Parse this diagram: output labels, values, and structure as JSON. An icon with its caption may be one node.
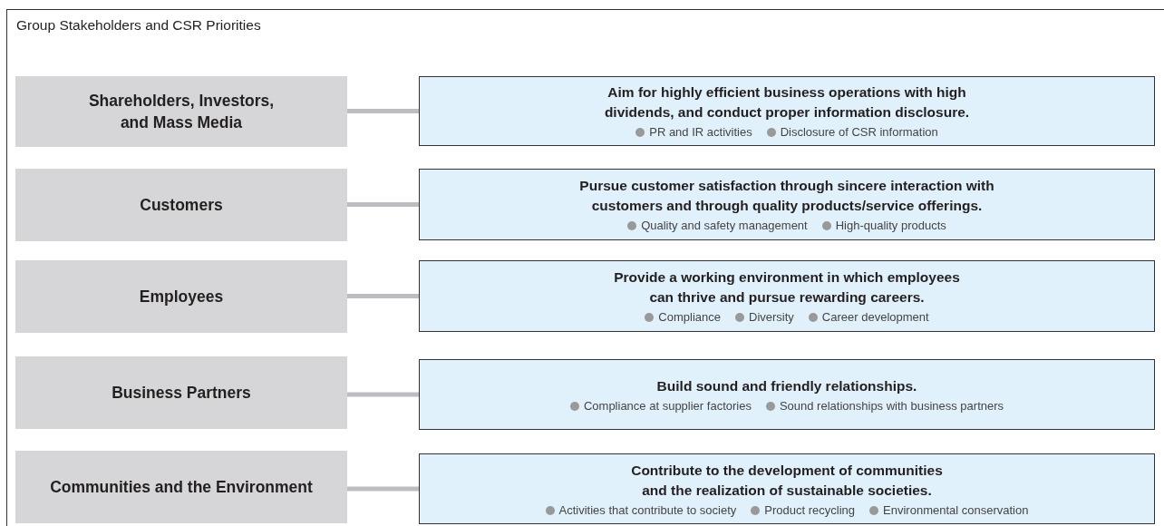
{
  "diagram": {
    "title": "Group Stakeholders and CSR Priorities",
    "nodes": [
      {
        "text": [
          "Shareholders, Investors, and Mass Media"
        ]
      },
      {
        "text": [
          "Aim for highly efficient business operations with high dividends, and conduct proper information disclosure.",
          "PR and IR activities",
          "Disclosure of CSR information"
        ]
      },
      {
        "text": [
          "Customers"
        ]
      },
      {
        "text": [
          "Pursue customer satisfaction through sincere interaction with customers and through quality products/service offerings.",
          "Quality and safety management",
          "High-quality products"
        ]
      },
      {
        "text": [
          "Employees"
        ]
      },
      {
        "text": [
          "Provide a working environment in which employees can thrive and pursue rewarding careers.",
          "Compliance",
          "Diversity",
          "Career development"
        ]
      },
      {
        "text": [
          "Business Partners"
        ]
      },
      {
        "text": [
          "Build sound and friendly relationships.",
          "Compliance at supplier factories",
          "Sound relationships with business partners"
        ]
      },
      {
        "text": [
          "Communities and the Environment"
        ]
      },
      {
        "text": [
          "Contribute to the development of communities and the realization of sustainable societies.",
          "Activities that contribute to society",
          "Product recycling",
          "Environmental conservation"
        ]
      }
    ],
    "edges": [
      {
        "from": 0,
        "to": 1,
        "arrow": "none"
      },
      {
        "from": 2,
        "to": 3,
        "arrow": "none"
      },
      {
        "from": 4,
        "to": 5,
        "arrow": "none"
      },
      {
        "from": 6,
        "to": 7,
        "arrow": "none"
      },
      {
        "from": 8,
        "to": 9,
        "arrow": "none"
      }
    ]
  }
}
